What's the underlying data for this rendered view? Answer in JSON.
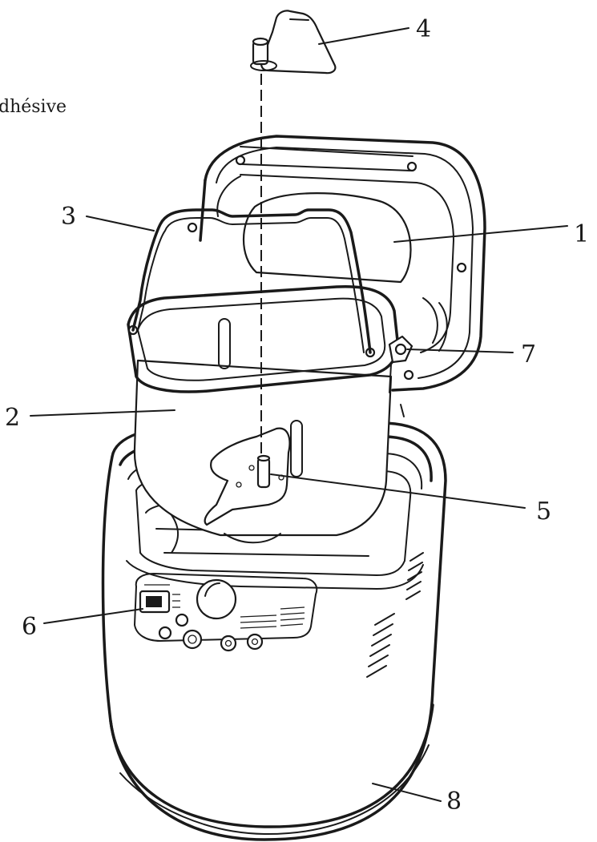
{
  "fragment_text": "dhésive",
  "callouts": [
    {
      "id": "1",
      "label": "1"
    },
    {
      "id": "2",
      "label": "2"
    },
    {
      "id": "3",
      "label": "3"
    },
    {
      "id": "4",
      "label": "4"
    },
    {
      "id": "5",
      "label": "5"
    },
    {
      "id": "6",
      "label": "6"
    },
    {
      "id": "7",
      "label": "7"
    },
    {
      "id": "8",
      "label": "8"
    }
  ],
  "colors": {
    "ink": "#1a1a1a",
    "paper": "#ffffff"
  }
}
